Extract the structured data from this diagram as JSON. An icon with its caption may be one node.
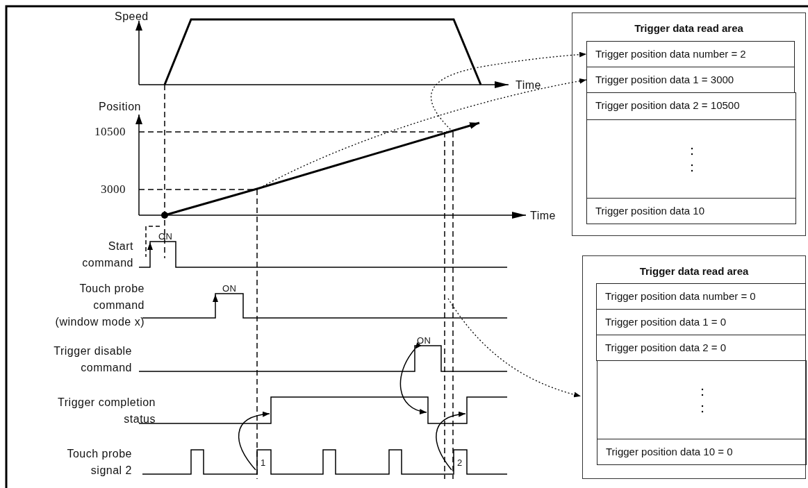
{
  "diagram": {
    "nodes": [
      {
        "text": [
          "Trigger data read area"
        ]
      },
      {
        "text": [
          "Trigger position data number = 2"
        ],
        "in": 0
      },
      {
        "text": [
          "Trigger position data 1 = 3000"
        ],
        "in": 0
      },
      {
        "text": [
          "Trigger position data 2 = 10500"
        ],
        "in": 0
      },
      {
        "text": [],
        "shape": "box",
        "in": 0
      },
      {
        "text": [
          "Trigger position data 10"
        ],
        "in": 0
      },
      {
        "text": [
          "Trigger data read area"
        ]
      },
      {
        "text": [
          "Trigger position data number = 0"
        ],
        "in": 6
      },
      {
        "text": [
          "Trigger position data 1 = 0"
        ],
        "in": 6
      },
      {
        "text": [
          "Trigger position data 2 = 0"
        ],
        "in": 6
      },
      {
        "text": [],
        "shape": "box",
        "in": 6
      },
      {
        "text": [
          "Trigger position data 10 = 0"
        ],
        "in": 6
      }
    ],
    "edges": [
      {
        "from": null,
        "to": 1,
        "arrow": "to",
        "style": "dashed"
      },
      {
        "from": null,
        "to": 2,
        "arrow": "to",
        "style": "dashed"
      },
      {
        "from": null,
        "to": 6,
        "arrow": "to",
        "style": "dashed"
      }
    ],
    "labels": [
      "Speed",
      "Time",
      "Position",
      "10500",
      "3000",
      "Time",
      "ON",
      "Start command",
      "ON",
      "Touch probe command (window mode x)",
      "ON",
      "Trigger disable command",
      "Trigger completion status",
      "1",
      "2",
      "Touch probe signal 2"
    ]
  }
}
